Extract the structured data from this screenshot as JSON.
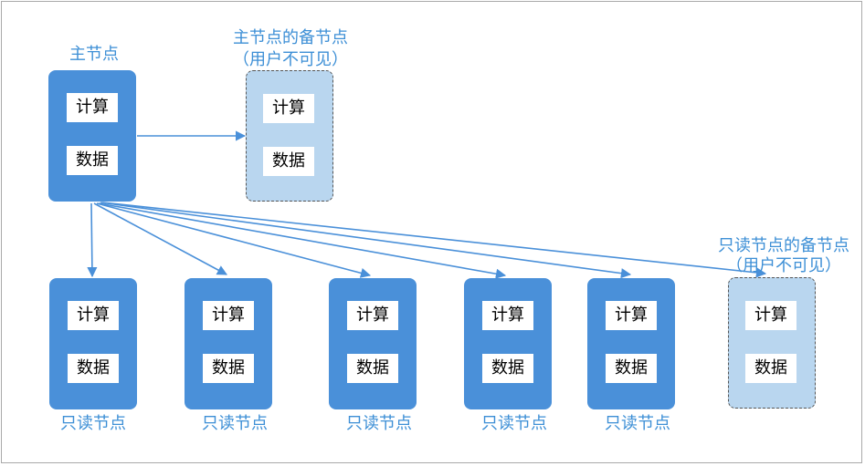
{
  "primary": {
    "label": "主节点",
    "cells": [
      "计算",
      "数据"
    ]
  },
  "primary_standby": {
    "label_line1": "主节点的备节点",
    "label_line2": "（用户不可见）",
    "cells": [
      "计算",
      "数据"
    ]
  },
  "readonly_nodes": [
    {
      "label": "只读节点",
      "cells": [
        "计算",
        "数据"
      ]
    },
    {
      "label": "只读节点",
      "cells": [
        "计算",
        "数据"
      ]
    },
    {
      "label": "只读节点",
      "cells": [
        "计算",
        "数据"
      ]
    },
    {
      "label": "只读节点",
      "cells": [
        "计算",
        "数据"
      ]
    },
    {
      "label": "只读节点",
      "cells": [
        "计算",
        "数据"
      ]
    }
  ],
  "readonly_standby": {
    "label_line1": "只读节点的备节点",
    "label_line2": "（用户不可见）",
    "cells": [
      "计算",
      "数据"
    ]
  },
  "colors": {
    "node": "#4a90d9",
    "standby": "#b9d6ef",
    "label": "#3d8fd6",
    "arrow": "#4a90d9"
  }
}
